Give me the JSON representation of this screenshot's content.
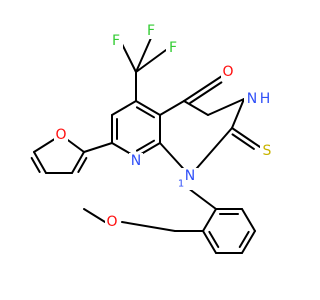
{
  "colors": {
    "bond": "#000000",
    "oxygen": "#ff0d0d",
    "nitrogen": "#3050f8",
    "sulfur": "#c8b400",
    "fluorine": "#33cc33",
    "background": "#ffffff"
  },
  "atoms": {
    "furan_o": "O",
    "cf3_f_top": "F",
    "cf3_f_left": "F",
    "cf3_f_right": "F",
    "carbonyl_o": "O",
    "nh": "N",
    "nh_h": "H",
    "pyridine_n": "N",
    "n1": "N",
    "n1_num": "1",
    "thione_s": "S",
    "methoxy_o": "O"
  }
}
